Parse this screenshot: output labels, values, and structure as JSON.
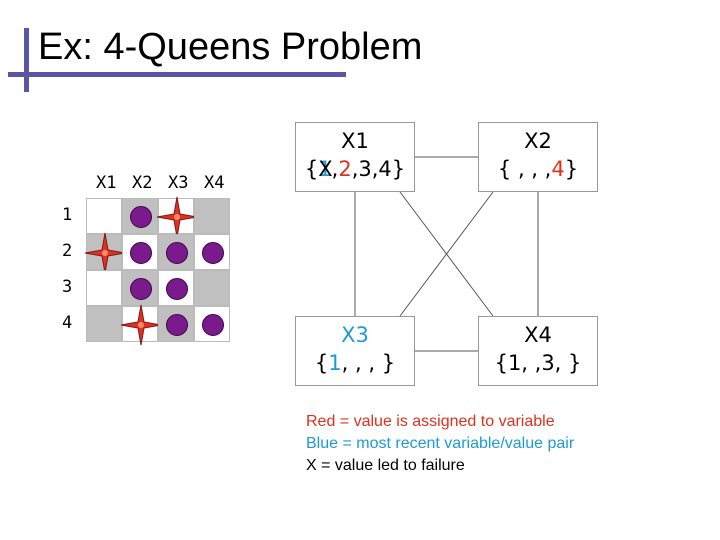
{
  "slide": {
    "title": "Ex: 4-Queens Problem"
  },
  "board": {
    "column_headers": [
      "X1",
      "X2",
      "X3",
      "X4"
    ],
    "row_headers": [
      "1",
      "2",
      "3",
      "4"
    ],
    "dot_color": "#7a1a8c",
    "queen_color": "#e0301e",
    "queens": [
      {
        "column": "X1",
        "row": "2"
      },
      {
        "column": "X2",
        "row": "4"
      },
      {
        "column": "X3",
        "row": "1"
      }
    ],
    "dots": [
      {
        "column": "X2",
        "row": "1"
      },
      {
        "column": "X2",
        "row": "2"
      },
      {
        "column": "X3",
        "row": "2"
      },
      {
        "column": "X4",
        "row": "2"
      },
      {
        "column": "X2",
        "row": "3"
      },
      {
        "column": "X3",
        "row": "3"
      },
      {
        "column": "X3",
        "row": "4"
      },
      {
        "column": "X4",
        "row": "4"
      }
    ]
  },
  "graph": {
    "nodes": {
      "x1": {
        "label": "X1",
        "domain_open": "{",
        "v1": "1",
        "v1_mark": "X",
        "v2": "2",
        "rest": ",3,4}"
      },
      "x2": {
        "label": "X2",
        "domain_open": "{ ,  ,  ,",
        "v4": "4",
        "domain_close": "}"
      },
      "x3": {
        "label": "X3",
        "domain_open": "{",
        "v1": "1",
        "domain_close": ",  ,  ,  }"
      },
      "x4": {
        "label": "X4",
        "domain": "{1,  ,3,  }"
      }
    }
  },
  "legend": {
    "line1": "Red = value is assigned to variable",
    "line2": "Blue = most recent variable/value pair",
    "line3": "X = value led to failure",
    "red": "#e0301e",
    "blue": "#1e9ad6"
  }
}
